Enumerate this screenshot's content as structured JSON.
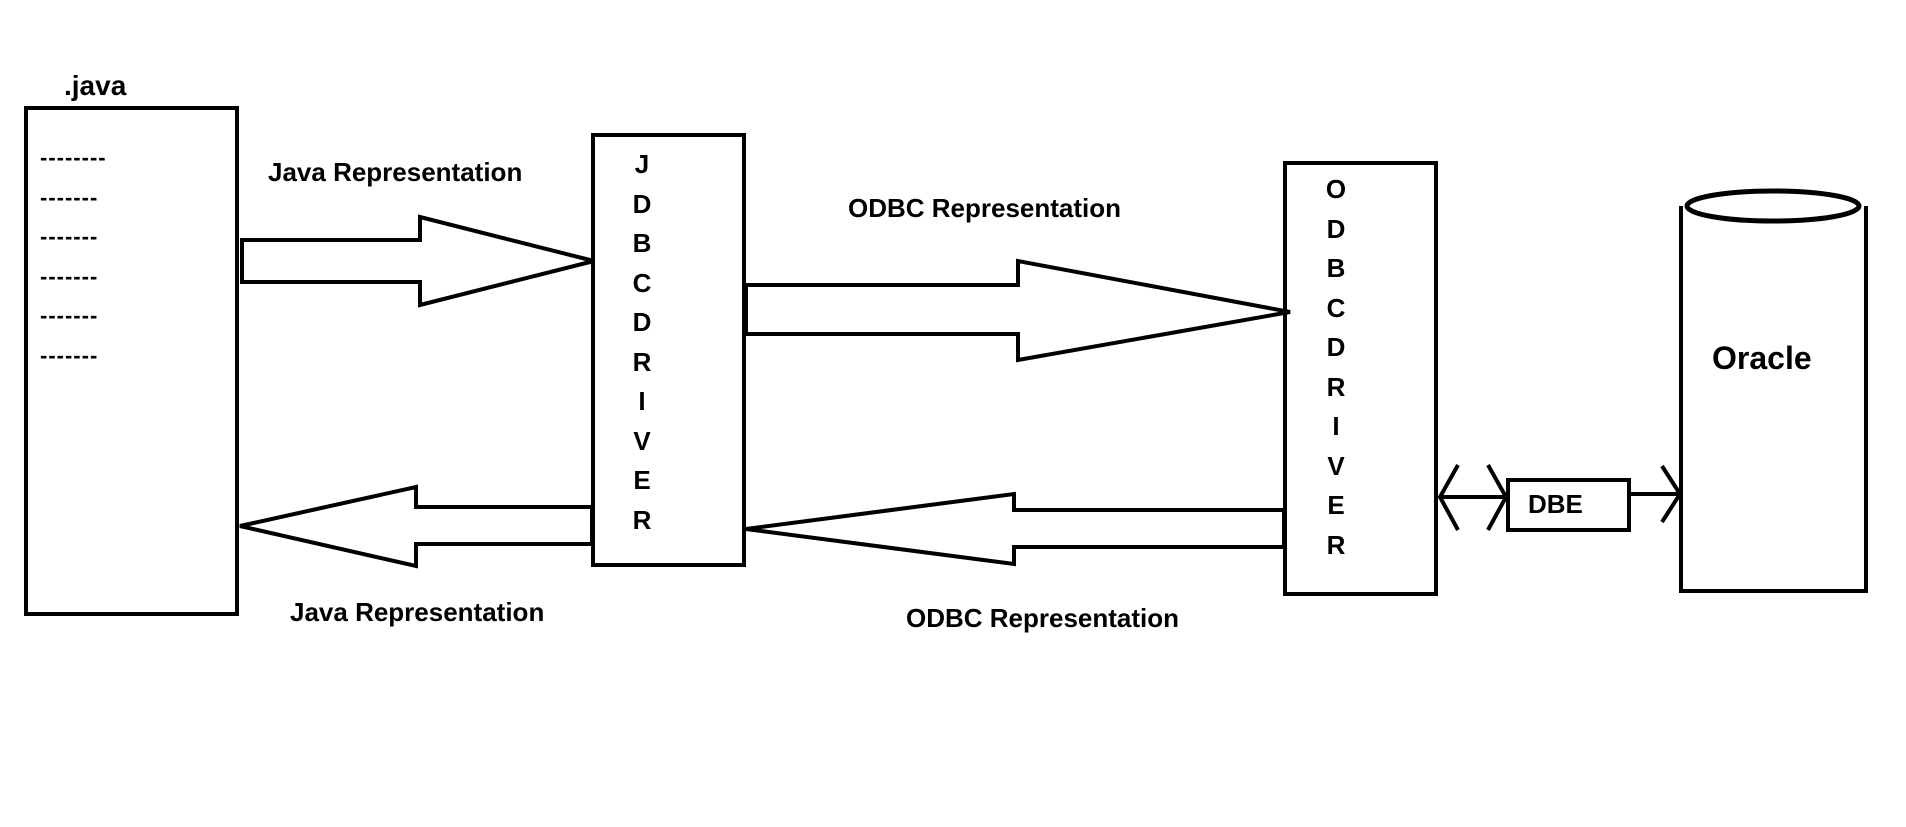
{
  "file_label": ".java",
  "code_lines": [
    "--------",
    "-------",
    "-------",
    "-------",
    "-------",
    "-------"
  ],
  "jdbc_driver_letters": [
    "J",
    "D",
    "B",
    "C",
    "D",
    "R",
    "I",
    "V",
    "E",
    "R"
  ],
  "odbc_driver_letters": [
    "O",
    "D",
    "B",
    "C",
    "D",
    "R",
    "I",
    "V",
    "E",
    "R"
  ],
  "labels": {
    "java_rep_top": "Java Representation",
    "java_rep_bottom": "Java Representation",
    "odbc_rep_top": "ODBC Representation",
    "odbc_rep_bottom": "ODBC Representation",
    "dbe": "DBE",
    "oracle": "Oracle"
  }
}
